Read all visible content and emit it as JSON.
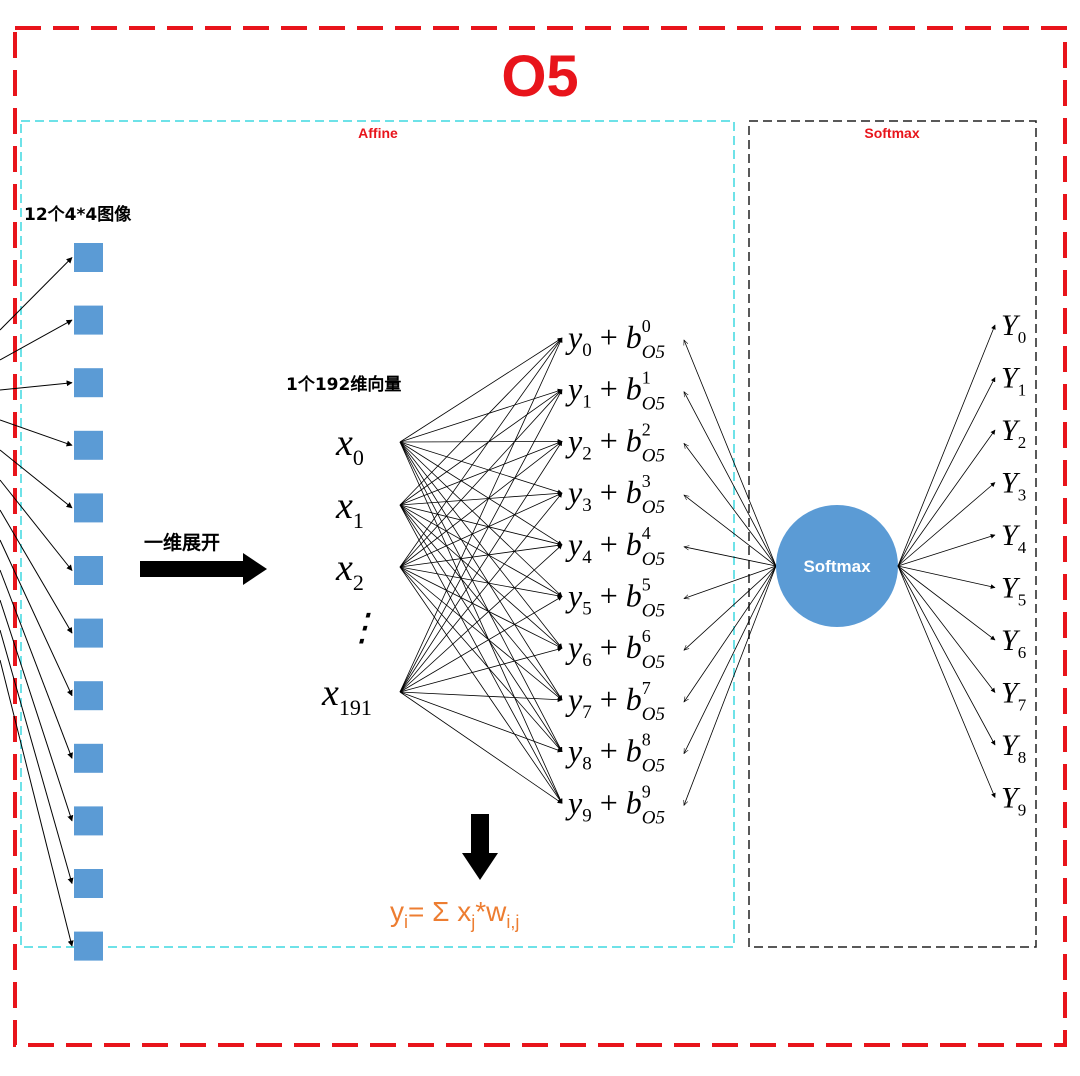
{
  "title": "O5",
  "sections": {
    "affine_label": "Affine",
    "softmax_label": "Softmax"
  },
  "input": {
    "caption": "12个4*4图像",
    "image_count": 12
  },
  "flatten_label": "一维展开",
  "vector": {
    "caption": "1个192维向量",
    "items": [
      {
        "base": "x",
        "sub": "0"
      },
      {
        "base": "x",
        "sub": "1"
      },
      {
        "base": "x",
        "sub": "2"
      },
      {
        "base": "⋮",
        "sub": ""
      },
      {
        "base": "x",
        "sub": "191"
      }
    ]
  },
  "outputs": [
    {
      "y": "y",
      "ysub": "0",
      "b": "b",
      "bsup": "0",
      "bsub": "O5"
    },
    {
      "y": "y",
      "ysub": "1",
      "b": "b",
      "bsup": "1",
      "bsub": "O5"
    },
    {
      "y": "y",
      "ysub": "2",
      "b": "b",
      "bsup": "2",
      "bsub": "O5"
    },
    {
      "y": "y",
      "ysub": "3",
      "b": "b",
      "bsup": "3",
      "bsub": "O5"
    },
    {
      "y": "y",
      "ysub": "4",
      "b": "b",
      "bsup": "4",
      "bsub": "O5"
    },
    {
      "y": "y",
      "ysub": "5",
      "b": "b",
      "bsup": "5",
      "bsub": "O5"
    },
    {
      "y": "y",
      "ysub": "6",
      "b": "b",
      "bsup": "6",
      "bsub": "O5"
    },
    {
      "y": "y",
      "ysub": "7",
      "b": "b",
      "bsup": "7",
      "bsub": "O5"
    },
    {
      "y": "y",
      "ysub": "8",
      "b": "b",
      "bsup": "8",
      "bsub": "O5"
    },
    {
      "y": "y",
      "ysub": "9",
      "b": "b",
      "bsup": "9",
      "bsub": "O5"
    }
  ],
  "plus": "+",
  "formula": {
    "lhs": "y",
    "lhs_sub": "i",
    "eq": "= Σ x",
    "x_sub": "j",
    "times": "*w",
    "w_sub": "i,j"
  },
  "softmax_node": "Softmax",
  "final_outputs": [
    {
      "base": "Y",
      "sub": "0"
    },
    {
      "base": "Y",
      "sub": "1"
    },
    {
      "base": "Y",
      "sub": "2"
    },
    {
      "base": "Y",
      "sub": "3"
    },
    {
      "base": "Y",
      "sub": "4"
    },
    {
      "base": "Y",
      "sub": "5"
    },
    {
      "base": "Y",
      "sub": "6"
    },
    {
      "base": "Y",
      "sub": "7"
    },
    {
      "base": "Y",
      "sub": "8"
    },
    {
      "base": "Y",
      "sub": "9"
    }
  ],
  "colors": {
    "outer_border": "#e8141b",
    "affine_border": "#3fd8e0",
    "softmax_border": "#222222",
    "section_label": "#e8141b",
    "node_fill": "#5b9bd5",
    "formula": "#ed7d31"
  }
}
